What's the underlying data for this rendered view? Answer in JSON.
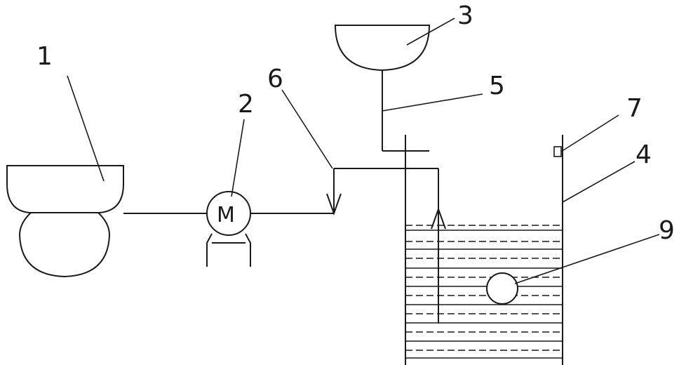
{
  "labels": {
    "l1": "1",
    "l2": "2",
    "l3": "3",
    "l4": "4",
    "l5": "5",
    "l6": "6",
    "l7": "7",
    "l9": "9"
  },
  "motor_symbol": "M",
  "colors": {
    "line": "#1a1a1a",
    "background": "#ffffff"
  }
}
